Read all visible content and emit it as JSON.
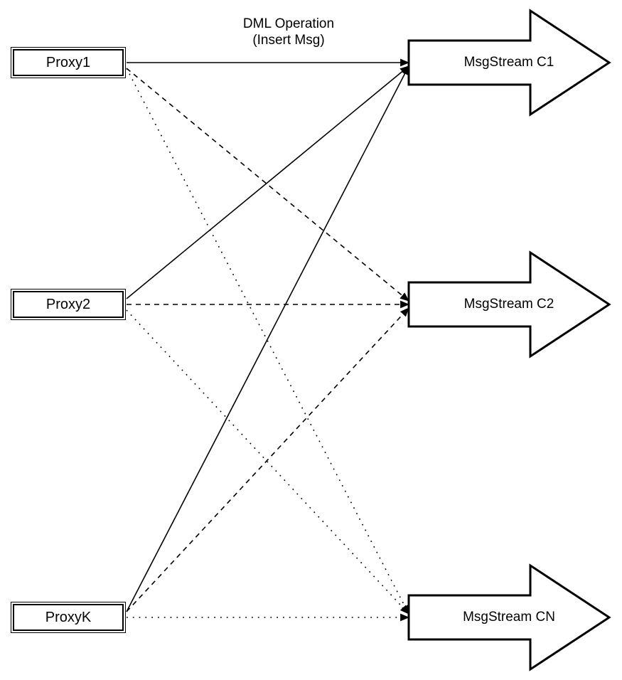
{
  "diagram": {
    "title_label": {
      "line1": "DML Operation",
      "line2": "(Insert Msg)"
    },
    "proxies": [
      {
        "id": "proxy1",
        "label": "Proxy1"
      },
      {
        "id": "proxy2",
        "label": "Proxy2"
      },
      {
        "id": "proxyk",
        "label": "ProxyK"
      }
    ],
    "streams": [
      {
        "id": "c1",
        "label": "MsgStream C1"
      },
      {
        "id": "c2",
        "label": "MsgStream C2"
      },
      {
        "id": "cn",
        "label": "MsgStream CN"
      }
    ],
    "edges": [
      {
        "from": "proxy1",
        "to": "c1",
        "style": "solid"
      },
      {
        "from": "proxy1",
        "to": "c2",
        "style": "dashed"
      },
      {
        "from": "proxy1",
        "to": "cn",
        "style": "dotted"
      },
      {
        "from": "proxy2",
        "to": "c1",
        "style": "solid"
      },
      {
        "from": "proxy2",
        "to": "c2",
        "style": "dashed"
      },
      {
        "from": "proxy2",
        "to": "cn",
        "style": "dotted"
      },
      {
        "from": "proxyk",
        "to": "c1",
        "style": "solid"
      },
      {
        "from": "proxyk",
        "to": "c2",
        "style": "dashed"
      },
      {
        "from": "proxyk",
        "to": "cn",
        "style": "dotted"
      }
    ],
    "colors": {
      "stroke": "#000000",
      "fill": "#ffffff"
    }
  }
}
